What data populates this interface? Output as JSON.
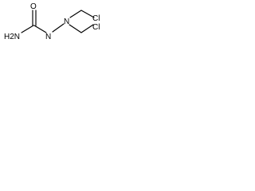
{
  "molecule": {
    "atoms": {
      "amine": "H2N",
      "carbonyl_oxygen": "O",
      "nitrogen_1": "N",
      "nitrogen_2": "N",
      "chlorine_upper": "Cl",
      "chlorine_lower": "Cl"
    },
    "bond_color": "#000000",
    "label_color": "#000000",
    "background_color": "#ffffff"
  }
}
